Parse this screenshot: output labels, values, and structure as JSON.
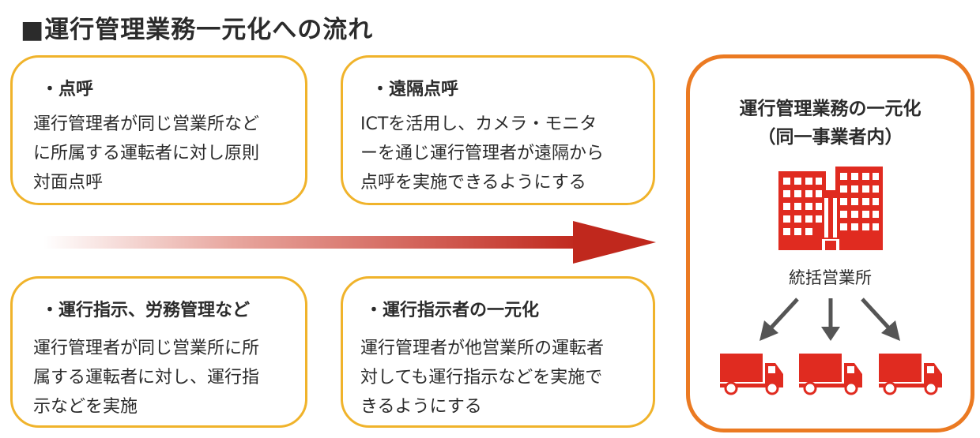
{
  "title": "■運行管理業務一元化への流れ",
  "boxes": {
    "tenko": {
      "head": "・点呼",
      "lines": [
        "運行管理者が同じ営業所など",
        "に所属する運転者に対し原則",
        "対面点呼"
      ]
    },
    "enkaku": {
      "head": "・遠隔点呼",
      "lines": [
        "ICTを活用し、カメラ・モニタ",
        "ーを通じ運行管理者が遠隔から",
        "点呼を実施できるようにする"
      ]
    },
    "shiji": {
      "head": "・運行指示、労務管理など",
      "lines": [
        "運行管理者が同じ営業所に所",
        "属する運転者に対し、運行指",
        "示などを実施"
      ]
    },
    "ichigen": {
      "head": "・運行指示者の一元化",
      "lines": [
        "運行管理者が他営業所の運転者",
        "対しても運行指示などを実施で",
        "きるようにする"
      ]
    }
  },
  "result": {
    "title_line1": "運行管理業務の一元化",
    "title_line2": "（同一事業者内）",
    "hq_label": "統括営業所"
  },
  "colors": {
    "box_border": "#f0b32b",
    "result_border": "#eb7a22",
    "accent_red": "#e02b20",
    "arrow_red": "#c0281d",
    "gray_arrow": "#555555"
  }
}
